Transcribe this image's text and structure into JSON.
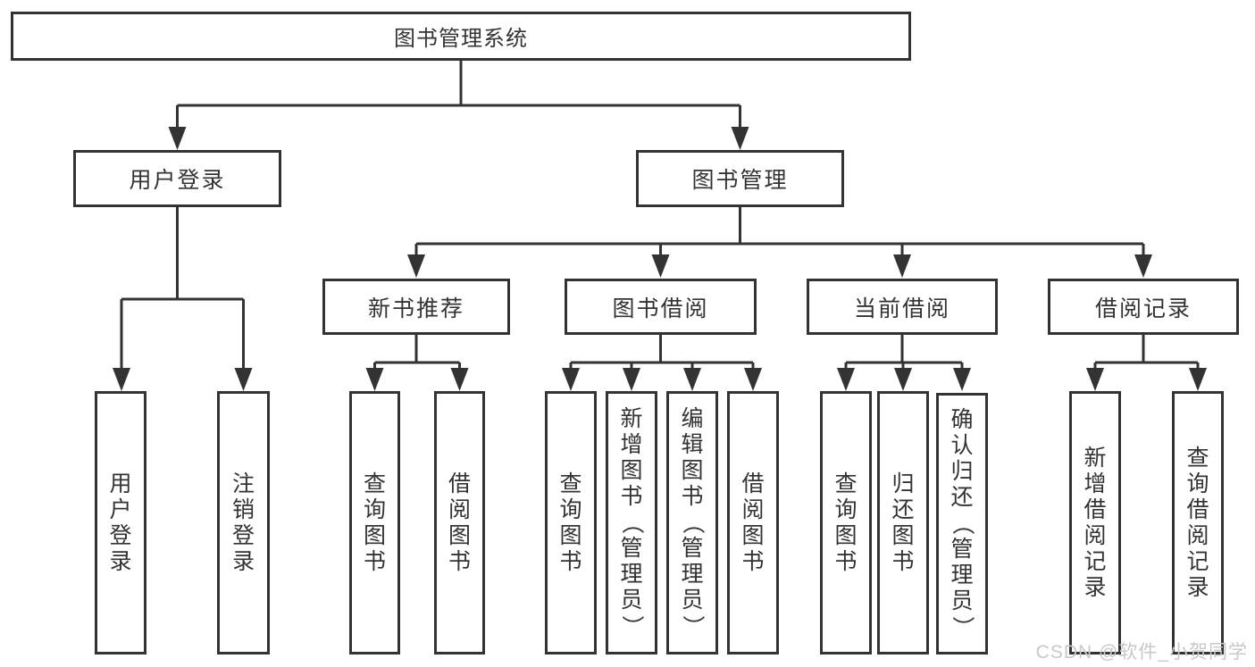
{
  "colors": {
    "line": "#333333",
    "text": "#333333",
    "background": "#ffffff",
    "watermark": "#c8c8c8"
  },
  "nodes": {
    "root": {
      "label": "图书管理系统"
    },
    "userLogin": {
      "label": "用户登录"
    },
    "bookManagement": {
      "label": "图书管理"
    },
    "newBooks": {
      "label": "新书推荐"
    },
    "bookBorrow": {
      "label": "图书借阅"
    },
    "currentBorrow": {
      "label": "当前借阅"
    },
    "borrowRecords": {
      "label": "借阅记录"
    },
    "leaves": {
      "login": "用户登录",
      "logout": "注销登录",
      "nbQuery": "查询图书",
      "nbBorrow": "借阅图书",
      "bbQuery": "查询图书",
      "bbAdd": "新增图书（管理员）",
      "bbEdit": "编辑图书（管理员）",
      "bbBorrow": "借阅图书",
      "cbQuery": "查询图书",
      "cbReturn": "归还图书",
      "cbConfirm": "确认归还（管理员）",
      "brAdd": "新增借阅记录",
      "brQuery": "查询借阅记录"
    }
  },
  "watermark": {
    "text": "CSDN @软件_小贺同学"
  }
}
